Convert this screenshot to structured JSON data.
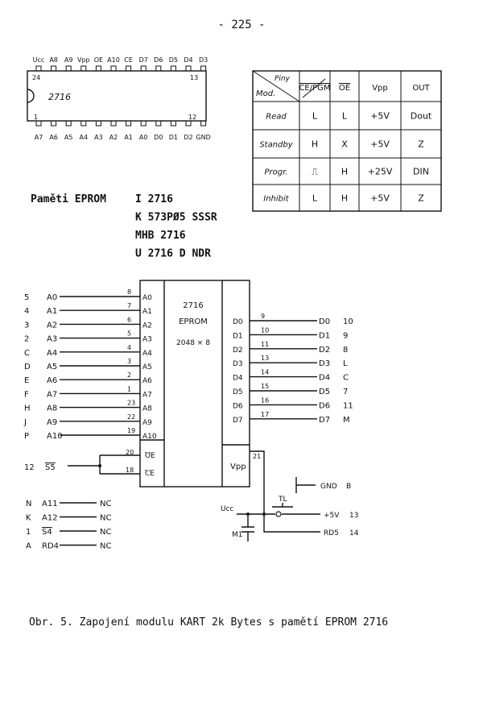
{
  "page_number": "- 225 -",
  "chip": {
    "name": "2716",
    "pin_top_left": "24",
    "pin_top_right": "13",
    "pin_bottom_left": "1",
    "pin_bottom_right": "12",
    "top_pins": [
      "Ucc",
      "A8",
      "A9",
      "Vpp",
      "OE",
      "A10",
      "CE",
      "D7",
      "D6",
      "D5",
      "D4",
      "D3"
    ],
    "bottom_pins": [
      "A7",
      "A6",
      "A5",
      "A4",
      "A3",
      "A2",
      "A1",
      "A0",
      "D0",
      "D1",
      "D2",
      "GND"
    ]
  },
  "mode_table": {
    "corner_top": "Piny",
    "corner_bottom": "Mod.",
    "headers": [
      "CE/PGM",
      "OE",
      "Vpp",
      "OUT"
    ],
    "rows": [
      [
        "Read",
        "L",
        "L",
        "+5V",
        "Dout"
      ],
      [
        "Standby",
        "H",
        "X",
        "+5V",
        "Z"
      ],
      [
        "Progr.",
        "⎍",
        "H",
        "+25V",
        "DIN"
      ],
      [
        "Inhibit",
        "L",
        "H",
        "+5V",
        "Z"
      ]
    ]
  },
  "memory_info": {
    "label": "Paměti EPROM",
    "types": [
      "I 2716",
      "K 573PØ5 SSSR",
      "MHB 2716",
      "U 2716 D NDR"
    ]
  },
  "schematic": {
    "chip_name": "2716",
    "chip_type": "EPROM",
    "organization": "2048 × 8",
    "addr_inputs": [
      {
        "conn": "5",
        "sig": "A0",
        "pin": "8",
        "chip": "A0"
      },
      {
        "conn": "4",
        "sig": "A1",
        "pin": "7",
        "chip": "A1"
      },
      {
        "conn": "3",
        "sig": "A2",
        "pin": "6",
        "chip": "A2"
      },
      {
        "conn": "2",
        "sig": "A3",
        "pin": "5",
        "chip": "A3"
      },
      {
        "conn": "C",
        "sig": "A4",
        "pin": "4",
        "chip": "A4"
      },
      {
        "conn": "D",
        "sig": "A5",
        "pin": "3",
        "chip": "A5"
      },
      {
        "conn": "E",
        "sig": "A6",
        "pin": "2",
        "chip": "A6"
      },
      {
        "conn": "F",
        "sig": "A7",
        "pin": "1",
        "chip": "A7"
      },
      {
        "conn": "H",
        "sig": "A8",
        "pin": "23",
        "chip": "A8"
      },
      {
        "conn": "J",
        "sig": "A9",
        "pin": "22",
        "chip": "A9"
      },
      {
        "conn": "P",
        "sig": "A10",
        "pin": "19",
        "chip": "A10"
      }
    ],
    "data_outputs": [
      {
        "chip": "D0",
        "pin": "9",
        "sig": "D0",
        "conn": "10"
      },
      {
        "chip": "D1",
        "pin": "10",
        "sig": "D1",
        "conn": "9"
      },
      {
        "chip": "D2",
        "pin": "11",
        "sig": "D2",
        "conn": "8"
      },
      {
        "chip": "D3",
        "pin": "13",
        "sig": "D3",
        "conn": "L"
      },
      {
        "chip": "D4",
        "pin": "14",
        "sig": "D4",
        "conn": "C"
      },
      {
        "chip": "D5",
        "pin": "15",
        "sig": "D5",
        "conn": "7"
      },
      {
        "chip": "D6",
        "pin": "16",
        "sig": "D6",
        "conn": "11"
      },
      {
        "chip": "D7",
        "pin": "17",
        "sig": "D7",
        "conn": "M"
      }
    ],
    "control": {
      "oe_label": "OE",
      "oe_pin": "20",
      "ce_label": "CE",
      "ce_pin": "18",
      "select_conn": "12",
      "select_sig": "S5"
    },
    "vpp": {
      "label": "Vpp",
      "pin": "21"
    },
    "power": {
      "gnd_label": "GND",
      "gnd_conn": "B",
      "ucc_label": "Ucc",
      "switch_label": "TL",
      "plus5_label": "+5V",
      "plus5_conn": "13",
      "rd_label": "RD5",
      "rd_conn": "14",
      "cap_label": "M1"
    },
    "nc_rows": [
      {
        "conn": "N",
        "sig": "A11",
        "nc": "NC"
      },
      {
        "conn": "K",
        "sig": "A12",
        "nc": "NC"
      },
      {
        "conn": "1",
        "sig": "S4",
        "nc": "NC"
      },
      {
        "conn": "A",
        "sig": "RD4",
        "nc": "NC"
      }
    ]
  },
  "caption": "Obr. 5. Zapojení modulu KART 2k Bytes s pamětí EPROM 2716"
}
